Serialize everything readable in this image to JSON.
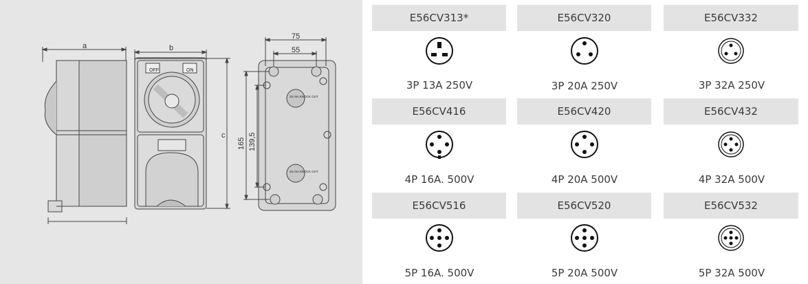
{
  "drawing": {
    "dim_a": "a",
    "dim_b": "b",
    "dim_c": "c",
    "dim_75": "75",
    "dim_55": "55",
    "dim_165": "165",
    "dim_139_5": "139,5",
    "switch_off": "OFF",
    "switch_on": "ON",
    "label_slot_text": "25 mm\nKNOCK OUT"
  },
  "products": [
    {
      "model": "E56CV313*",
      "rating": "3P  13A  250V",
      "icon": "bs1363-3-pin-socket-icon"
    },
    {
      "model": "E56CV320",
      "rating": "3P  20A  250V",
      "icon": "3-pin-round-socket-icon"
    },
    {
      "model": "E56CV332",
      "rating": "3P  32A  250V",
      "icon": "3-pin-round-socket-icon"
    },
    {
      "model": "E56CV416",
      "rating": "4P  16A.  500V",
      "icon": "4-pin-round-socket-icon"
    },
    {
      "model": "E56CV420",
      "rating": "4P  20A  500V",
      "icon": "4-pin-round-socket-icon"
    },
    {
      "model": "E56CV432",
      "rating": "4P  32A  500V",
      "icon": "4-pin-round-socket-icon"
    },
    {
      "model": "E56CV516",
      "rating": "5P  16A.  500V",
      "icon": "5-pin-round-socket-icon"
    },
    {
      "model": "E56CV520",
      "rating": "5P  20A  500V",
      "icon": "5-pin-round-socket-icon"
    },
    {
      "model": "E56CV532",
      "rating": "5P  32A  500V",
      "icon": "5-pin-round-socket-icon"
    }
  ]
}
